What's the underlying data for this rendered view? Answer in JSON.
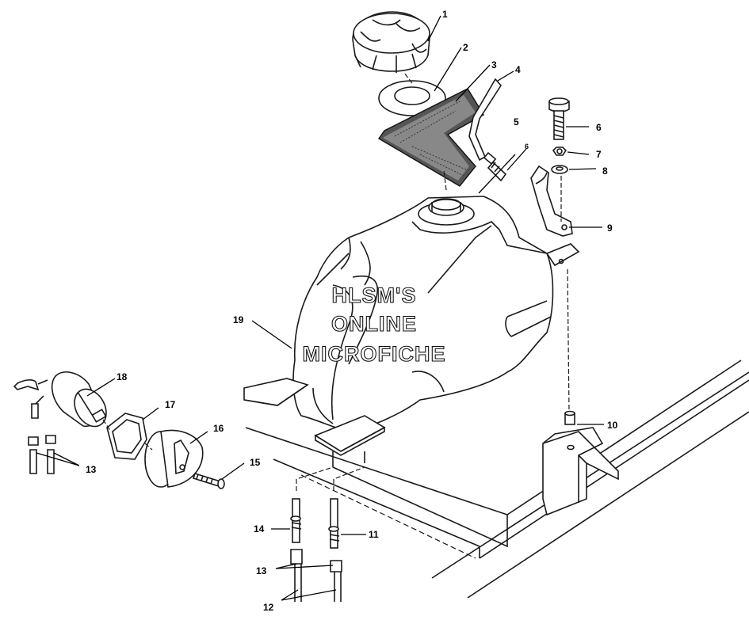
{
  "watermark": {
    "line1": "HLSM'S",
    "line2": "ONLINE",
    "line3": "MICROFICHE"
  },
  "callouts": [
    "1",
    "2",
    "3",
    "4",
    "5",
    "6",
    "6",
    "7",
    "8",
    "9",
    "10",
    "11",
    "12",
    "13",
    "13",
    "14",
    "15",
    "16",
    "17",
    "18",
    "19"
  ],
  "icons": {
    "fuel_cap": "fuel-cap-icon",
    "gasket": "gasket-icon",
    "foam_pad": "foam-pad-icon",
    "vent_hose": "vent-hose-icon",
    "fuel_tank": "fuel-tank-icon",
    "bolt": "bolt-icon",
    "mounting_bracket": "mounting-bracket-icon",
    "fuel_filter": "fuel-filter-icon",
    "petcock": "petcock-icon"
  },
  "colors": {
    "line": "#1a1a1a",
    "background": "#ffffff"
  }
}
